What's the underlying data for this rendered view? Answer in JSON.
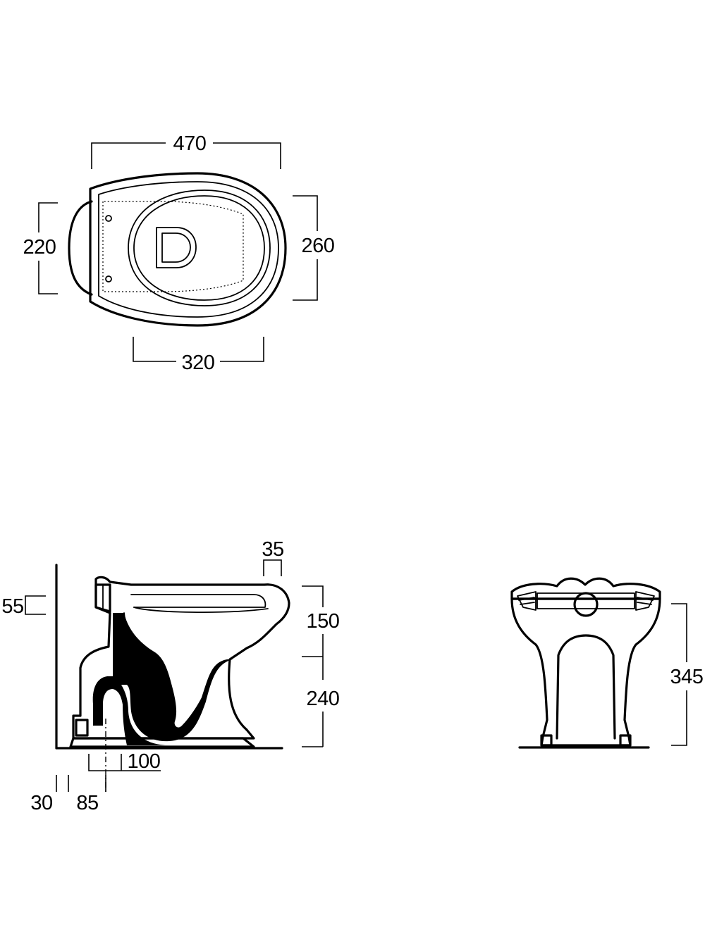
{
  "top_view": {
    "dimensions": {
      "overall_length": "470",
      "rear_width": "220",
      "overall_width": "260",
      "bowl_length": "320"
    }
  },
  "side_view": {
    "dimensions": {
      "outlet_offset": "55",
      "rim_thickness": "35",
      "bowl_depth": "150",
      "lower_height": "240",
      "outlet_width": "100",
      "wall_gap": "30",
      "outlet_from_wall": "85"
    }
  },
  "front_view": {
    "dimensions": {
      "total_height": "345"
    }
  }
}
